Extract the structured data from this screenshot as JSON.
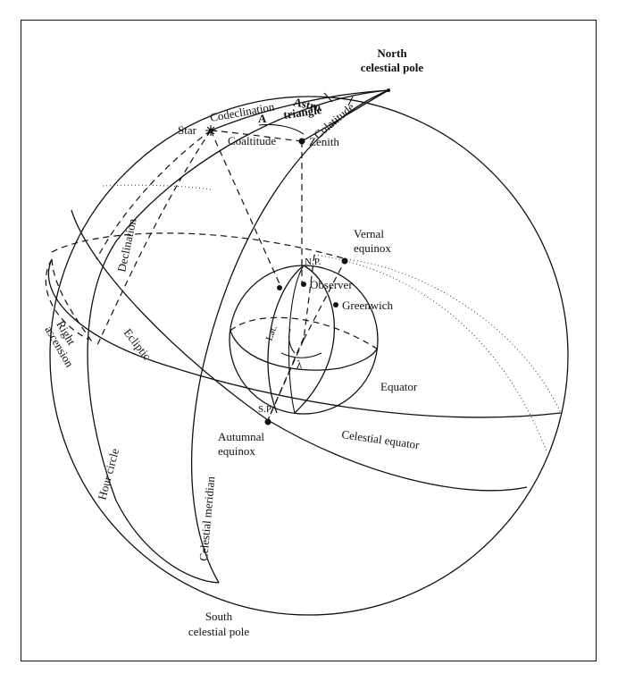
{
  "labels": {
    "north_pole_1": "North",
    "north_pole_2": "celestial pole",
    "south_pole_1": "South",
    "south_pole_2": "celestial pole",
    "astro_1": "Astro",
    "astro_2": "triangle",
    "angle_a": "A",
    "codeclination": "Codeclination",
    "colatitude": "Colatitude",
    "coaltitude": "Coaltitude",
    "star": "Star",
    "zenith": "Zenith",
    "declination": "Declination",
    "vernal_1": "Vernal",
    "vernal_2": "equinox",
    "np": "N.P.",
    "observer": "Observer",
    "greenwich": "Greenwich",
    "lat": "Lat.",
    "lambda": "λ",
    "equator": "Equator",
    "sp": "S.P.",
    "right_1": "Right",
    "right_2": "ascension",
    "ecliptic": "Ecliptic",
    "autumnal_1": "Autumnal",
    "autumnal_2": "equinox",
    "celestial_equator": "Celestial equator",
    "hour_circle": "Hour circle",
    "celestial_meridian": "Celestial meridian"
  }
}
